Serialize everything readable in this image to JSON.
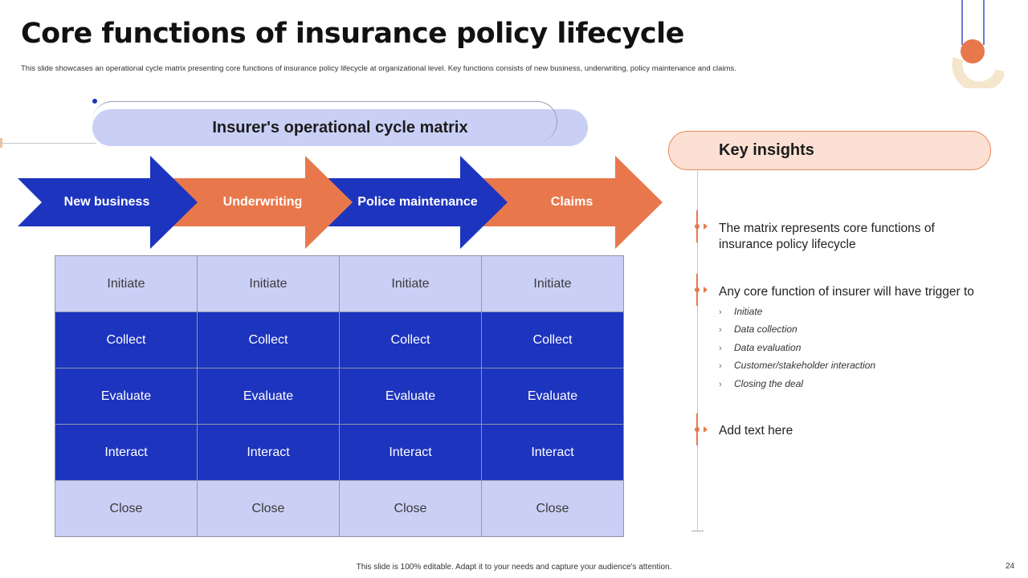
{
  "slide": {
    "title": "Core functions of insurance policy lifecycle",
    "subtitle": "This slide showcases an operational cycle matrix presenting core functions of insurance policy lifecycle at organizational level. Key functions consists of new business, underwriting, policy maintenance and claims.",
    "page_number": "24",
    "footer": "This slide is 100% editable. Adapt it to your needs and capture your audience's attention."
  },
  "matrix": {
    "header": "Insurer's operational cycle matrix",
    "columns": [
      "New business",
      "Underwriting",
      "Police maintenance",
      "Claims"
    ],
    "rows": [
      [
        "Initiate",
        "Initiate",
        "Initiate",
        "Initiate"
      ],
      [
        "Collect",
        "Collect",
        "Collect",
        "Collect"
      ],
      [
        "Evaluate",
        "Evaluate",
        "Evaluate",
        "Evaluate"
      ],
      [
        "Interact",
        "Interact",
        "Interact",
        "Interact"
      ],
      [
        "Close",
        "Close",
        "Close",
        "Close"
      ]
    ]
  },
  "insights": {
    "header": "Key insights",
    "points": [
      "The matrix represents core functions of insurance policy lifecycle",
      "Any core function of insurer will have trigger to",
      "Add text here"
    ],
    "sub_points": [
      "Initiate",
      "Data collection",
      "Data evaluation",
      "Customer/stakeholder interaction",
      "Closing the deal"
    ]
  },
  "colors": {
    "blue": "#1d34bf",
    "orange": "#e8784c",
    "light_blue": "#c9cff5",
    "light_peach": "#fbe0d3"
  }
}
